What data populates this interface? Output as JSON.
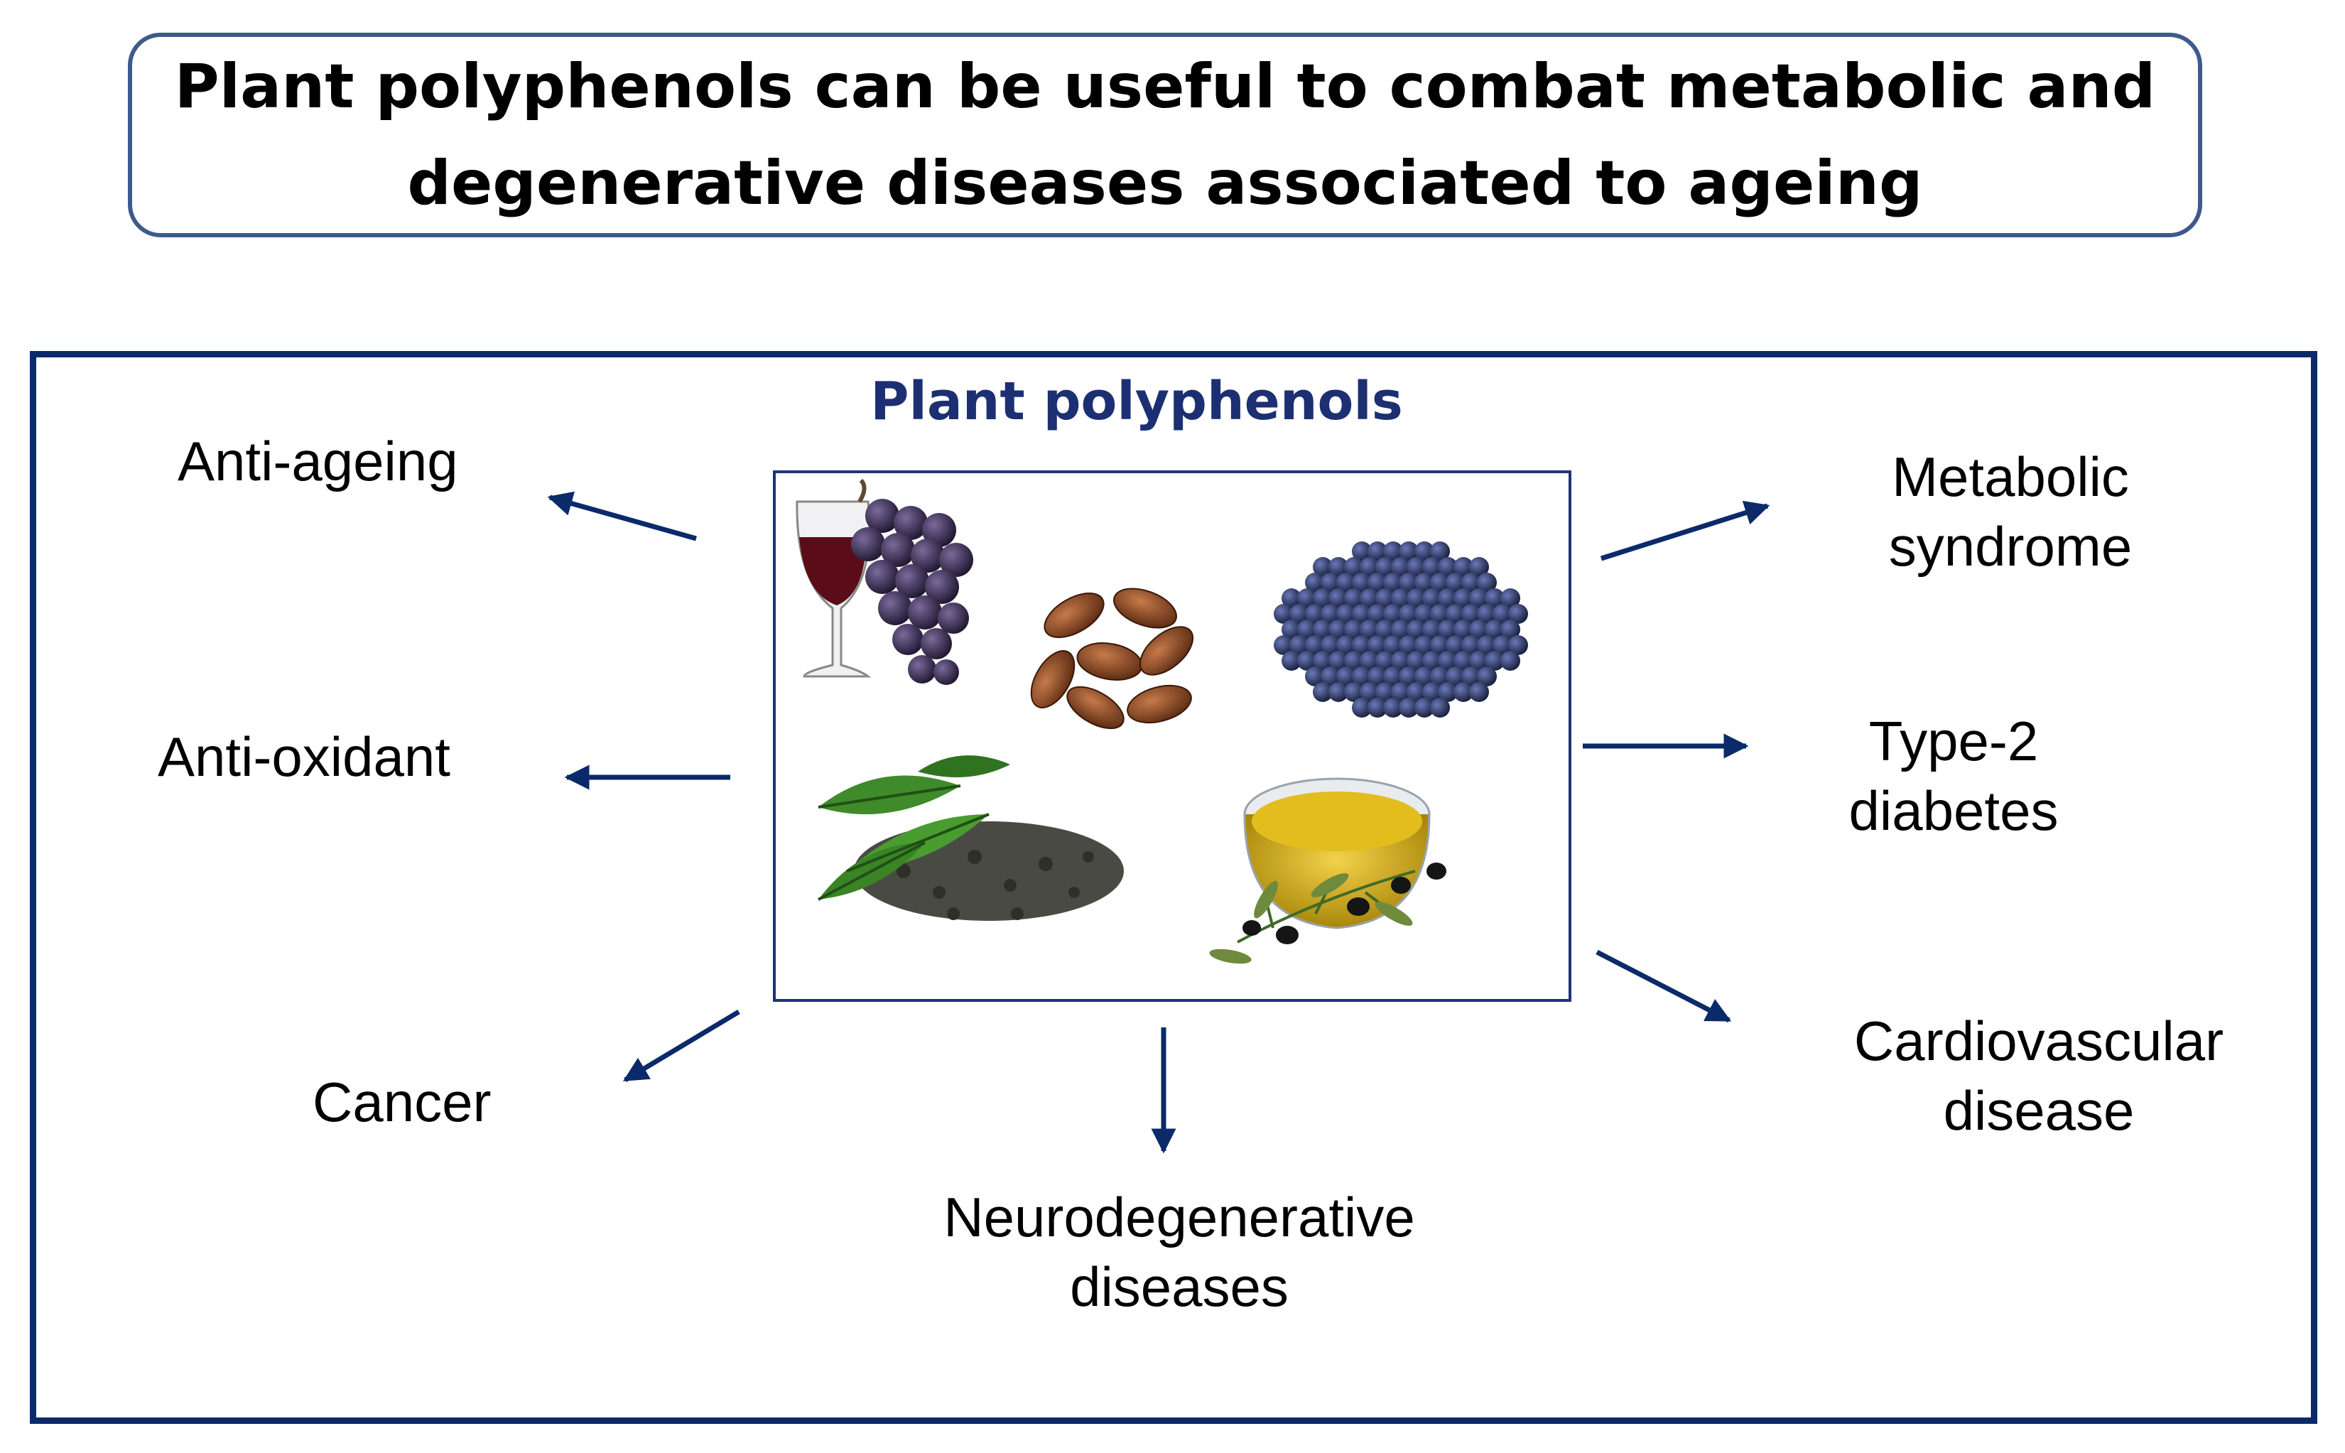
{
  "header": {
    "title_line1": "Plant polyphenols can be useful to combat metabolic and",
    "title_line2": "degenerative diseases associated to ageing"
  },
  "diagram": {
    "center_label": "Plant polyphenols",
    "food_images": [
      {
        "icon": "red-wine-and-grapes-icon"
      },
      {
        "icon": "cocoa-beans-icon"
      },
      {
        "icon": "blueberries-icon"
      },
      {
        "icon": "green-tea-leaves-icon"
      },
      {
        "icon": "olive-oil-and-olives-icon"
      }
    ],
    "outcomes": {
      "anti_ageing": "Anti-ageing",
      "anti_oxidant": "Anti-oxidant",
      "cancer": "Cancer",
      "neuro_line1": "Neurodegenerative",
      "neuro_line2": "diseases",
      "metabolic_line1": "Metabolic",
      "metabolic_line2": "syndrome",
      "diabetes_line1": "Type-2",
      "diabetes_line2": "diabetes",
      "cardio_line1": "Cardiovascular",
      "cardio_line2": "disease"
    }
  },
  "colors": {
    "arrow": "#0b2a6a",
    "frame": "#0b2a6a",
    "title_border": "#3d5a8a",
    "heading": "#1c2f72"
  }
}
